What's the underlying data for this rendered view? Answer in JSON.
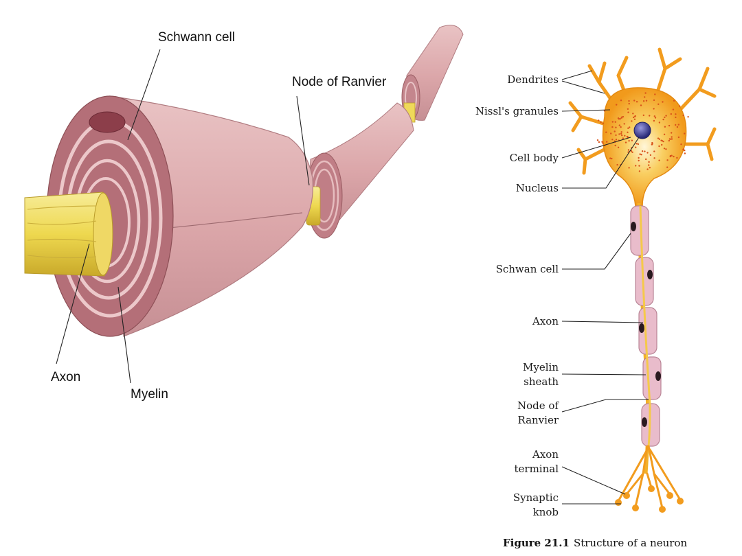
{
  "left_diagram": {
    "labels": {
      "schwann_cell": "Schwann cell",
      "node_of_ranvier": "Node of Ranvier",
      "axon": "Axon",
      "myelin": "Myelin"
    }
  },
  "right_diagram": {
    "labels": {
      "dendrites": "Dendrites",
      "nissl_granules": "Nissl's granules",
      "cell_body": "Cell body",
      "nucleus": "Nucleus",
      "schwan_cell": "Schwan cell",
      "axon": "Axon",
      "myelin_sheath_1": "Myelin",
      "myelin_sheath_2": "sheath",
      "node_1": "Node of",
      "node_2": "Ranvier",
      "axon_terminal_1": "Axon",
      "axon_terminal_2": "terminal",
      "synaptic_knob_1": "Synaptic",
      "synaptic_knob_2": "knob"
    },
    "caption": {
      "number": "Figure 21.1",
      "text": "Structure of a neuron"
    }
  },
  "colors": {
    "myelin_pink": "#dcaaad",
    "myelin_dark": "#a65f66",
    "axon_yellow": "#f1dd63",
    "neuron_orange": "#f3a21c",
    "nucleus_blue": "#3a3a8c",
    "schwann_pink": "#e9bccb"
  }
}
